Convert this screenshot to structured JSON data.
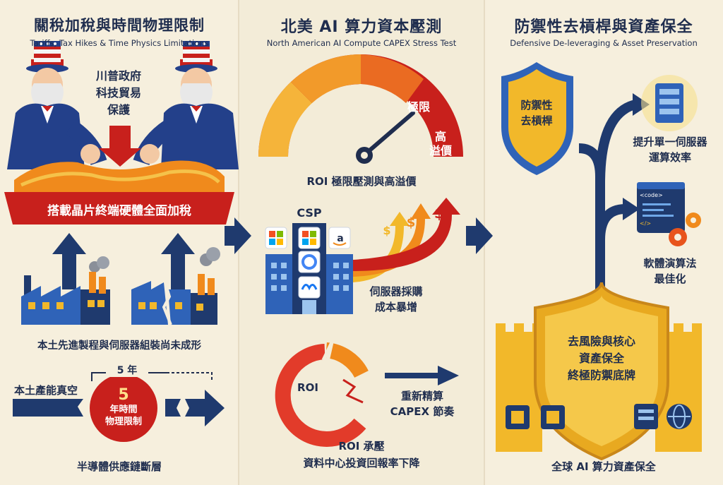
{
  "col1": {
    "title": "關稅加稅與時間物理限制",
    "subtitle": "Tariffs, Tax Hikes & Time Physics Limitations",
    "policy_lines": [
      "川普政府",
      "科技貿易",
      "保護"
    ],
    "tax_banner": "搭載晶片終端硬體全面加稅",
    "factory_caption": "本土先進製程與伺服器組裝尚未成形",
    "vacuum_label": "本土產能真空",
    "years_label": "5 年",
    "limit_num": "5",
    "limit_lines": [
      "年時間",
      "物理限制"
    ],
    "footer": "半導體供應鏈斷層"
  },
  "col2": {
    "title": "北美 AI 算力資本壓測",
    "subtitle": "North American AI Compute CAPEX Stress Test",
    "gauge_labels": [
      "極限",
      "高",
      "溢價"
    ],
    "gauge_caption": "ROI 極限壓測與高溢價",
    "csp_label": "CSP",
    "dollar_sign": "$",
    "server_cost_lines": [
      "伺服器採購",
      "成本暴增"
    ],
    "roi_ring": "ROI",
    "recalc_lines": [
      "重新精算",
      "CAPEX 節奏"
    ],
    "roi_caption_lines": [
      "ROI 承壓",
      "資料中心投資回報率下降"
    ]
  },
  "col3": {
    "title": "防禦性去槓桿與資產保全",
    "subtitle": "Defensive De-leveraging & Asset Preservation",
    "shield_lines": [
      "防禦性",
      "去槓桿"
    ],
    "server_eff_lines": [
      "提升單一伺服器",
      "運算效率"
    ],
    "code_tag": "<code>",
    "code_close": "</>",
    "software_lines": [
      "軟體演算法",
      "最佳化"
    ],
    "castle_lines": [
      "去風險與核心",
      "資產保全",
      "終極防禦底牌"
    ],
    "footer": "全球 AI 算力資產保全"
  },
  "colors": {
    "navy": "#1f3a6e",
    "red": "#c8201c",
    "orange": "#f08a1c",
    "gold": "#f2b82a"
  }
}
